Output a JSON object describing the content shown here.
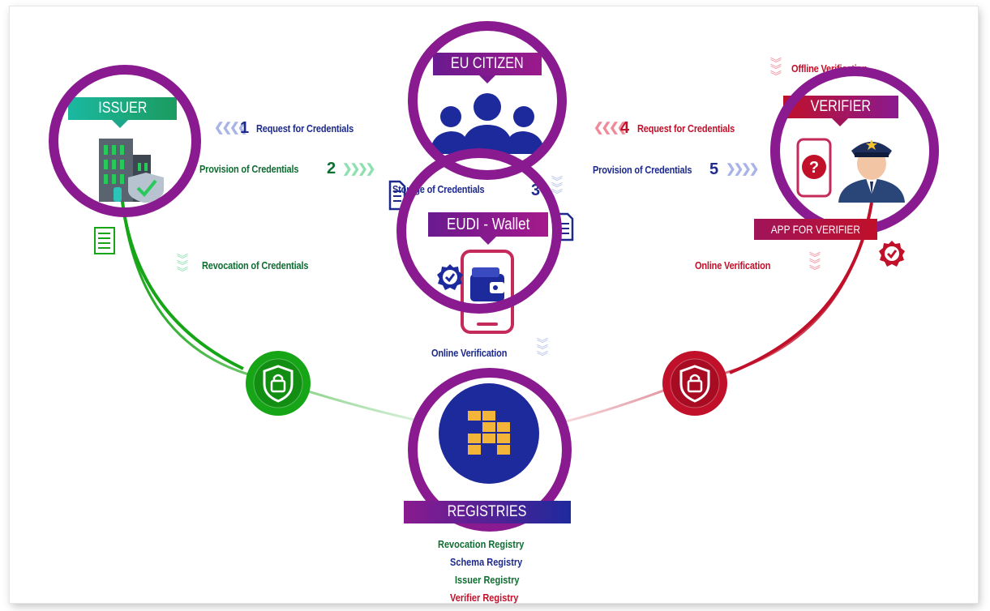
{
  "roles": {
    "issuer": "ISSUER",
    "citizen": "EU CITIZEN",
    "verifier": "VERIFIER",
    "wallet": "EUDI - Wallet",
    "app": "APP FOR VERIFIER",
    "registries": "REGISTRIES"
  },
  "flows": {
    "step1": {
      "num": "1",
      "label": "Request for Credentials"
    },
    "step2": {
      "num": "2",
      "label": "Provision of Credentials"
    },
    "step3": {
      "num": "3",
      "label": "Storage of Credentials"
    },
    "step4": {
      "num": "4",
      "label": "Request for Credentials"
    },
    "step5": {
      "num": "5",
      "label": "Provision of Credentials"
    },
    "revocation": "Revocation of Credentials",
    "online_left": "Online Verification",
    "online_right": "Online Verification",
    "offline": "Offline Verification"
  },
  "registry_list": [
    "Revocation Registry",
    "Schema Registry",
    "Issuer Registry",
    "Verifier Registry"
  ],
  "colors": {
    "green": "#16a516",
    "red": "#c0102a",
    "navy": "#1d2a8c",
    "ring": "#8a1a8f",
    "tag_grad_start": "#1bb8a0",
    "tag_grad_end": "#1b9b60"
  },
  "icons": [
    "building-icon",
    "shield-check-icon",
    "people-icon",
    "phone-wallet-icon",
    "verified-badge-icon",
    "question-phone-icon",
    "police-officer-icon",
    "lock-shield-icon",
    "blockchain-icon",
    "document-icon",
    "checklist-icon"
  ]
}
